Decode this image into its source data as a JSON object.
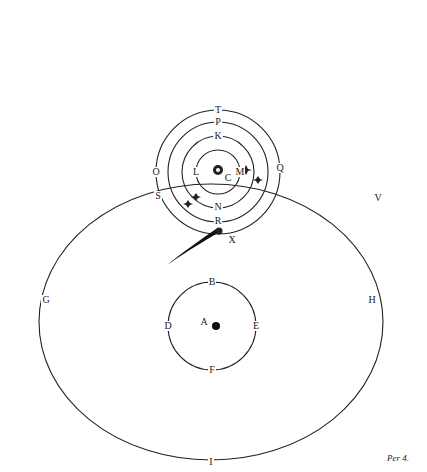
{
  "diagram": {
    "labels": [
      "T",
      "P",
      "K",
      "O",
      "L",
      "C",
      "M",
      "Q",
      "S",
      "V",
      "N",
      "R",
      "X",
      "B",
      "D",
      "E",
      "F",
      "A",
      "G",
      "H",
      "I",
      "Per 4."
    ]
  }
}
